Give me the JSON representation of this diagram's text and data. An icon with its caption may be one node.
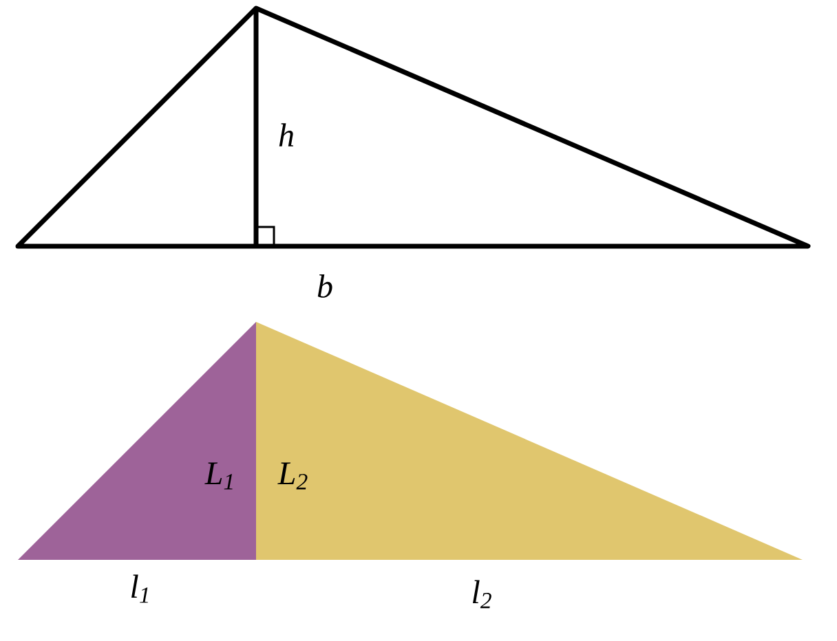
{
  "diagram": {
    "nodes": [
      {
        "text": [
          "L$_{1}$"
        ],
        "beside": [
          "l$_{1}$"
        ]
      },
      {
        "text": [
          "L$_{2}$"
        ],
        "beside": [
          "l$_{2}$"
        ]
      }
    ],
    "labels": [
      "h",
      "b"
    ]
  }
}
